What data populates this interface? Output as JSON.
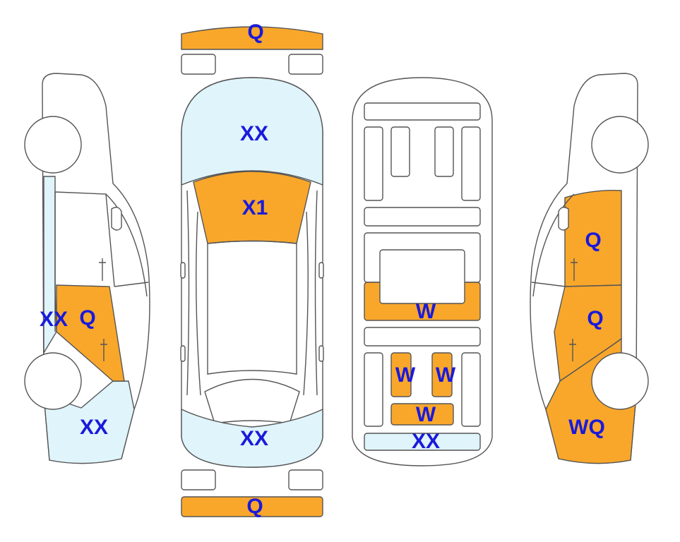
{
  "colors": {
    "label": "#1a1adb",
    "mark_orange": "#f9a72b",
    "mark_blue": "#dff4fb",
    "line": "#555555",
    "background": "#ffffff"
  },
  "labels": {
    "front_bumper": "Q",
    "hood": "XX",
    "windshield": "X1",
    "rear_window": "XX",
    "rear_bumper": "Q",
    "left_side": "XX",
    "left_front_door": "Q",
    "left_rear_quarter": "XX",
    "floor_center": "W",
    "floor_left_seat": "W",
    "floor_right_seat": "W",
    "floor_rear": "W",
    "floor_trunk": "XX",
    "right_front_door": "Q",
    "right_rear_door": "Q",
    "right_rear_quarter": "WQ"
  }
}
